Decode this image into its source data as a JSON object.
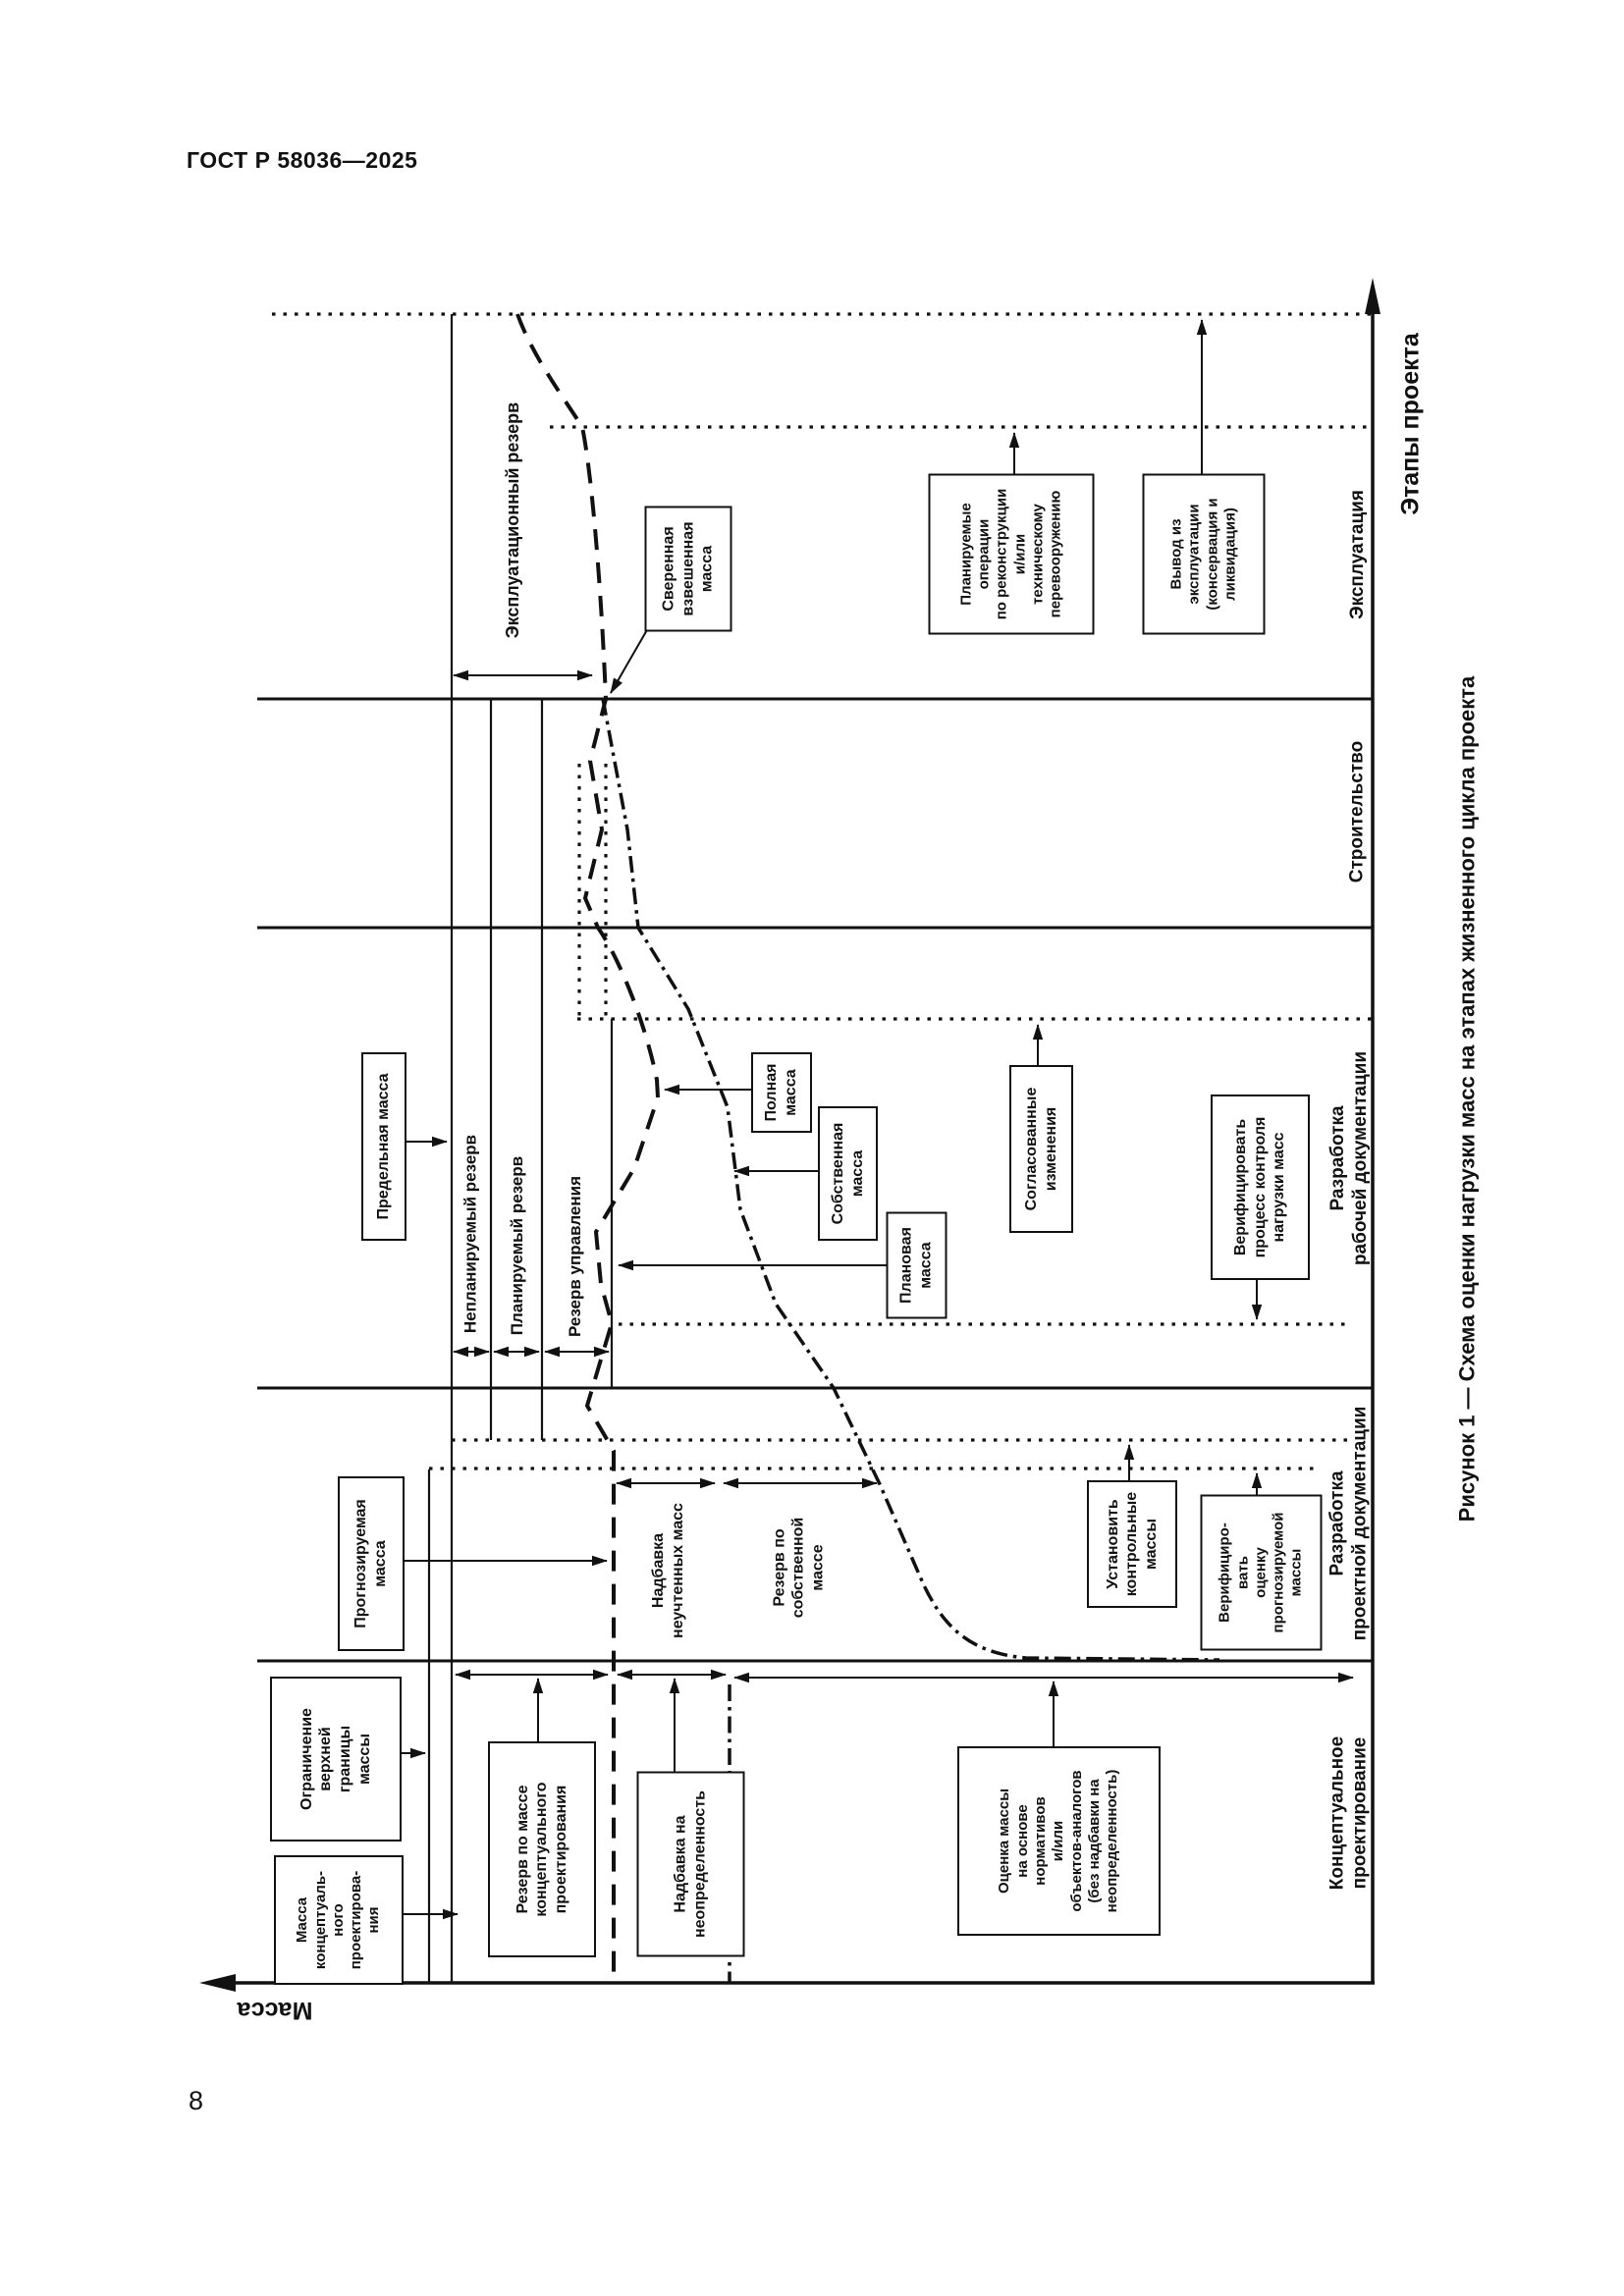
{
  "page": {
    "header": "ГОСТ Р 58036—2025",
    "page_number": "8"
  },
  "figure_caption": "Рисунок 1 — Схема оценки нагрузки масс на этапах жизненного цикла проекта",
  "axes": {
    "stages_axis": "Этапы проекта",
    "mass_axis": "Масса"
  },
  "stages": {
    "operation": {
      "lines": [
        "Эксплуатация"
      ]
    },
    "construction": {
      "lines": [
        "Строительство"
      ]
    },
    "working_doc": {
      "lines": [
        "Разработка",
        "рабочей документации"
      ]
    },
    "project_doc": {
      "lines": [
        "Разработка",
        "проектной документации"
      ]
    },
    "conceptual": {
      "lines": [
        "Концептуальное",
        "проектирование"
      ]
    }
  },
  "boxes": {
    "verified_weighed_mass": {
      "lines": [
        "Сверенная",
        "взвешенная",
        "масса"
      ]
    },
    "planned_operations": {
      "lines": [
        "Планируемые",
        "операции",
        "по реконструкции",
        "и/или",
        "техническому",
        "перевооружению"
      ]
    },
    "decommissioning": {
      "lines": [
        "Вывод из",
        "эксплуатации",
        "(консервация и",
        "ликвидация)"
      ]
    },
    "limit_mass": {
      "lines": [
        "Предельная масса"
      ]
    },
    "full_mass": {
      "lines": [
        "Полная",
        "масса"
      ]
    },
    "own_mass": {
      "lines": [
        "Собственная",
        "масса"
      ]
    },
    "planned_mass": {
      "lines": [
        "Плановая",
        "масса"
      ]
    },
    "agreed_changes": {
      "lines": [
        "Согласованные",
        "изменения"
      ]
    },
    "verify_control_process": {
      "lines": [
        "Верифицировать",
        "процесс контроля",
        "нагрузки масс"
      ]
    },
    "predicted_mass": {
      "lines": [
        "Прогнозируемая",
        "масса"
      ]
    },
    "set_control_masses": {
      "lines": [
        "Установить",
        "контрольные",
        "массы"
      ]
    },
    "verify_predicted_mass": {
      "lines": [
        "Верифициро-",
        "вать",
        "оценку",
        "прогнозируемой",
        "массы"
      ]
    },
    "upper_bound_limit": {
      "lines": [
        "Ограничение",
        "верхней",
        "границы",
        "массы"
      ]
    },
    "conceptual_mass": {
      "lines": [
        "Масса",
        "концептуаль-",
        "ного",
        "проектирова-",
        "ния"
      ]
    },
    "conceptual_reserve": {
      "lines": [
        "Резерв по массе",
        "концептуального",
        "проектирования"
      ]
    },
    "uncertainty_allowance": {
      "lines": [
        "Надбавка на",
        "неопределенность"
      ]
    },
    "mass_estimate": {
      "lines": [
        "Оценка массы",
        "на основе",
        "нормативов",
        "и/или",
        "объектов-аналогов",
        "(без надбавки на",
        "неопределенность)"
      ]
    }
  },
  "labels": {
    "operational_reserve": {
      "lines": [
        "Эксплуатационный резерв"
      ]
    },
    "unplanned_reserve": {
      "lines": [
        "Непланируемый резерв"
      ]
    },
    "planned_reserve": {
      "lines": [
        "Планируемый резерв"
      ]
    },
    "management_reserve": {
      "lines": [
        "Резерв управления"
      ]
    },
    "unaccounted_allowance": {
      "lines": [
        "Надбавка",
        "неучтенных масс"
      ]
    },
    "own_mass_reserve": {
      "lines": [
        "Резерв по",
        "собственной",
        "массе"
      ]
    }
  }
}
